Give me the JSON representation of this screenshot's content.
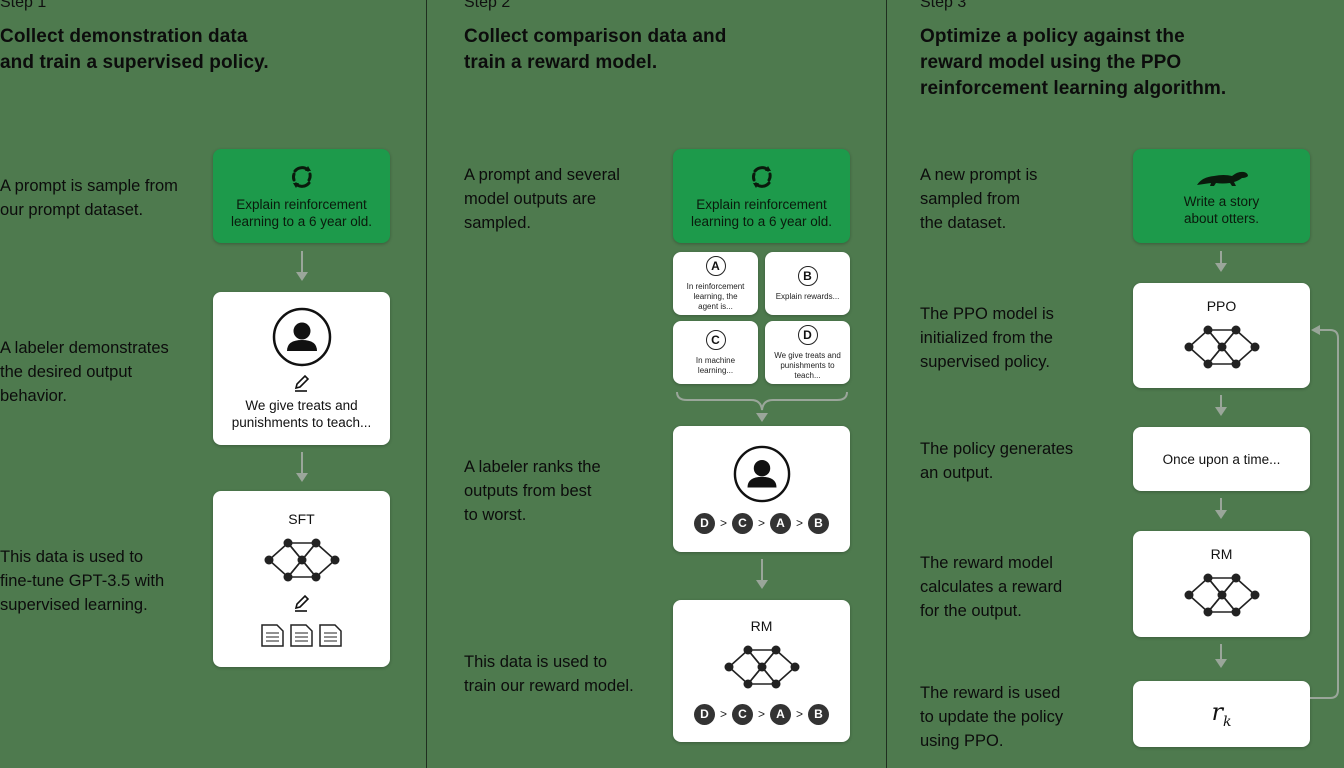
{
  "steps": [
    {
      "label": "Step 1",
      "title": "Collect demonstration data\nand train a supervised policy.",
      "side": [
        "A prompt is sample from\nour prompt dataset.",
        "A labeler demonstrates\nthe desired output\nbehavior.",
        "This data is used to\nfine-tune GPT-3.5 with\nsupervised learning."
      ],
      "prompt_card": "Explain reinforcement\nlearning to a 6 year old.",
      "demo_card": "We give treats and\npunishments to teach...",
      "model_card": "SFT"
    },
    {
      "label": "Step 2",
      "title": "Collect comparison data and\ntrain a reward model.",
      "side": [
        "A prompt and several\nmodel outputs are\nsampled.",
        "A labeler ranks the\noutputs from best\nto worst.",
        "This data is used to\ntrain our reward model."
      ],
      "prompt_card": "Explain reinforcement\nlearning to a 6 year old.",
      "outputs": [
        {
          "letter": "A",
          "text": "In reinforcement\nlearning, the\nagent is..."
        },
        {
          "letter": "B",
          "text": "Explain rewards..."
        },
        {
          "letter": "C",
          "text": "In machine\nlearning..."
        },
        {
          "letter": "D",
          "text": "We give treats and\npunishments to\nteach..."
        }
      ],
      "ranking": [
        "D",
        ">",
        "C",
        ">",
        "A",
        ">",
        "B"
      ],
      "model_card": "RM"
    },
    {
      "label": "Step 3",
      "title": "Optimize a policy against the\nreward model using the PPO\nreinforcement learning algorithm.",
      "side": [
        "A new prompt is\nsampled from\nthe dataset.",
        "The PPO model is\ninitialized from the\nsupervised policy.",
        "The policy generates\nan output.",
        "The reward model\ncalculates a reward\nfor the output.",
        "The reward is used\nto update the policy\nusing PPO."
      ],
      "prompt_card": "Write a story\nabout otters.",
      "ppo_card": "PPO",
      "output_card": "Once upon a time...",
      "rm_card": "RM",
      "reward_symbol": "r",
      "reward_subscript": "k"
    }
  ],
  "colors": {
    "background": "#4e7a4e",
    "prompt_card": "#1d9a4b",
    "card": "#ffffff",
    "arrow": "#9aa69a"
  }
}
